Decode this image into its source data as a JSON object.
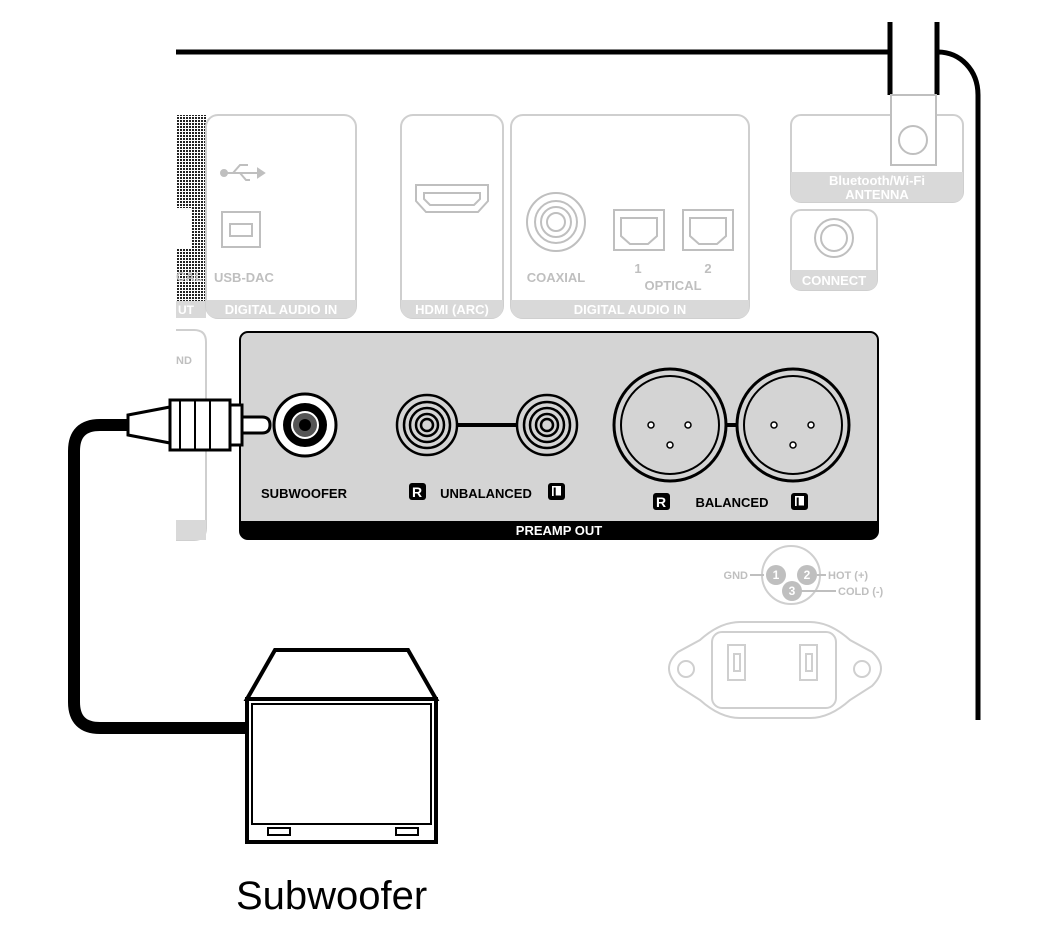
{
  "rear_panel": {
    "optical_out_cropped_text": "CAL",
    "out_cropped_text": "UT",
    "gnd_cropped_text": "ND",
    "usb_dac_label": "USB-DAC",
    "digital_audio_in_label_1": "DIGITAL AUDIO IN",
    "hdmi_label": "HDMI (ARC)",
    "coaxial_label": "COAXIAL",
    "optical_1_label": "1",
    "optical_2_label": "2",
    "optical_label": "OPTICAL",
    "digital_audio_in_label_2": "DIGITAL AUDIO IN",
    "antenna_label_line1": "Bluetooth/Wi-Fi",
    "antenna_label_line2": "ANTENNA",
    "connect_label": "CONNECT"
  },
  "preamp_out": {
    "subwoofer_label": "SUBWOOFER",
    "unbalanced_label": "UNBALANCED",
    "balanced_label": "BALANCED",
    "r_marker": "R",
    "l_marker": "L",
    "footer_label": "PREAMP OUT"
  },
  "xlr_pinout": {
    "gnd_label": "GND",
    "hot_label": "HOT (+)",
    "cold_label": "COLD (-)",
    "pin1": "1",
    "pin2": "2",
    "pin3": "3"
  },
  "caption": "Subwoofer",
  "colors": {
    "panel_gray": "#d9d9d9",
    "faded_outline": "#bfbfbf",
    "preamp_fill": "#d4d4d4",
    "line_black": "#000000"
  }
}
